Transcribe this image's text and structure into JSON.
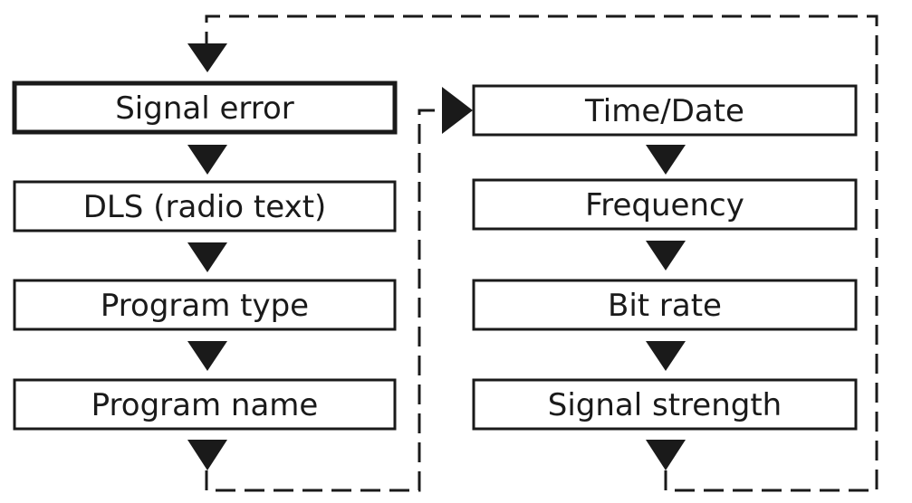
{
  "diagram": {
    "left_column": [
      {
        "label": "Signal error"
      },
      {
        "label": "DLS (radio text)"
      },
      {
        "label": "Program type"
      },
      {
        "label": "Program name"
      }
    ],
    "right_column": [
      {
        "label": "Time/Date"
      },
      {
        "label": "Frequency"
      },
      {
        "label": "Bit rate"
      },
      {
        "label": "Signal strength"
      }
    ]
  }
}
